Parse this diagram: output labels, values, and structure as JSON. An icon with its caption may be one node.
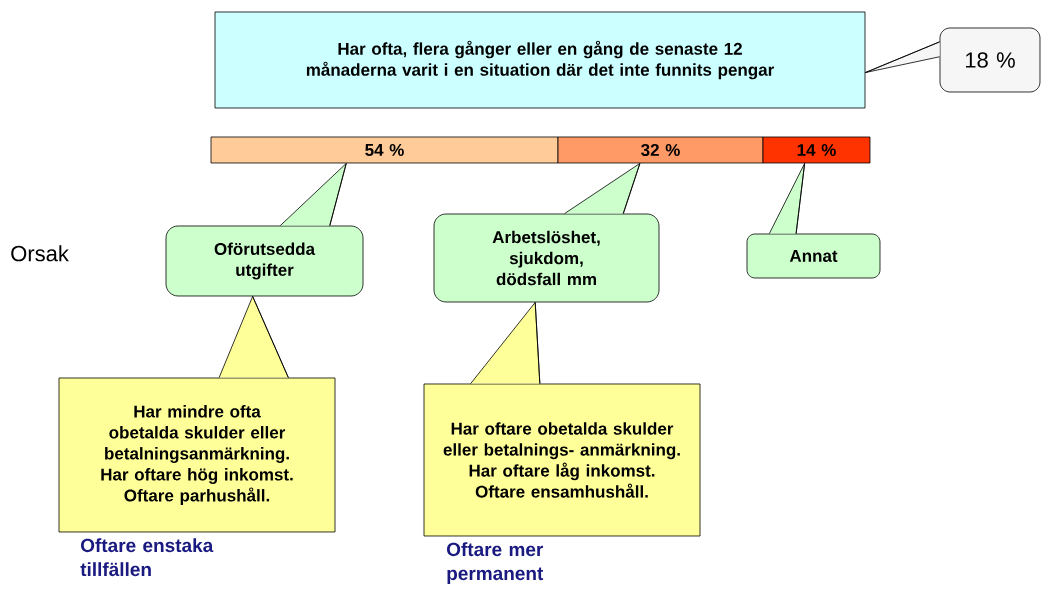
{
  "diagram": {
    "nodes": [
      {
        "text": [
          "Har ofta, flera gånger eller en gång de senaste 12 månaderna varit i en situation där det inte funnits pengar"
        ]
      },
      {
        "text": [
          "18 %"
        ]
      },
      {
        "text": [
          "54 %"
        ]
      },
      {
        "text": [
          "32 %"
        ]
      },
      {
        "text": [
          "14 %"
        ]
      },
      {
        "text": [
          "Oförutsedda utgifter"
        ]
      },
      {
        "text": [
          "Arbetslöshet, sjukdom, dödsfall mm"
        ]
      },
      {
        "text": [
          "Annat"
        ]
      },
      {
        "text": [
          "Har mindre ofta obetalda skulder eller betalningsanmärkning. Har oftare hög inkomst. Oftare parhushåll."
        ],
        "beside": [
          "Oftare enstaka tillfällen"
        ]
      },
      {
        "text": [
          "Har oftare obetalda skulder eller betalnings- anmärkning. Har oftare låg inkomst. Oftare ensamhushåll."
        ],
        "beside": [
          "Oftare mer permanent"
        ]
      }
    ],
    "edges": [
      {
        "from": 1,
        "to": 0,
        "arrow": "none"
      },
      {
        "from": 5,
        "to": 2,
        "arrow": "none"
      },
      {
        "from": 6,
        "to": 3,
        "arrow": "none"
      },
      {
        "from": 7,
        "to": 4,
        "arrow": "none"
      },
      {
        "from": 8,
        "to": 5,
        "arrow": "none"
      },
      {
        "from": 9,
        "to": 6,
        "arrow": "none"
      }
    ],
    "labels": [
      "Orsak"
    ]
  }
}
